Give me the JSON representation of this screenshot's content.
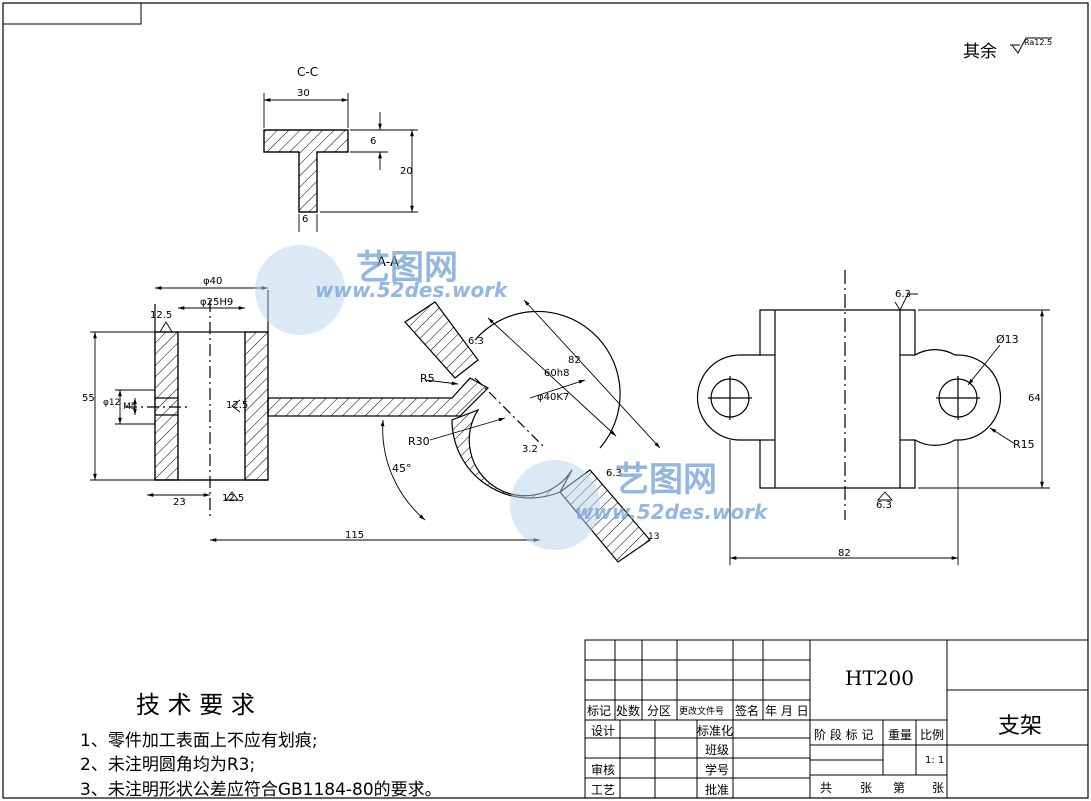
{
  "surface_note": {
    "label": "其余",
    "roughness": "Ra12.5"
  },
  "views": {
    "section_cc": "C-C",
    "section_aa": "A-A"
  },
  "dims": {
    "cc_width": "30",
    "cc_flange": "6",
    "cc_height": "20",
    "cc_web": "6",
    "phi40": "φ40",
    "phi25": "φ25H9",
    "r12_5_top": "12.5",
    "r12_5_mid": "12.5",
    "r12_5_bot": "12.5",
    "d55": "55",
    "phi12": "φ12",
    "m5": "M5",
    "d23": "23",
    "d115": "115",
    "r5": "R5",
    "r30": "R30",
    "angle45": "45°",
    "phi40k7": "φ40K7",
    "d82": "82",
    "d60": "60h8",
    "r3_2": "3.2",
    "r6_3a": "6.3",
    "r6_3b": "6.3",
    "d13b": "13",
    "r6_3_top": "6.3",
    "r6_3_bot": "6.3",
    "phi13": "Ø13",
    "d64": "64",
    "r15": "R15",
    "d82b": "82"
  },
  "watermark": {
    "brand": "艺图网",
    "url": "www.52des.work"
  },
  "tech_req": {
    "title": "技 术 要 求",
    "items": [
      "1、零件加工表面上不应有划痕;",
      "2、未注明圆角均为R3;",
      "3、未注明形状公差应符合GB1184-80的要求。"
    ]
  },
  "title_block": {
    "material": "HT200",
    "name": "支架",
    "hdr": [
      "标记",
      "处数",
      "分区",
      "更改文件号",
      "签名",
      "年 月 日"
    ],
    "design": "设计",
    "standardize": "标准化",
    "team": "班级",
    "student_no": "学号",
    "review": "审核",
    "process": "工艺",
    "approve": "批准",
    "stage": "阶 段 标 记",
    "weight": "重量",
    "scale_label": "比例",
    "scale": "1: 1",
    "sheets": "共",
    "zhang1": "张",
    "di": "第",
    "zhang2": "张"
  }
}
